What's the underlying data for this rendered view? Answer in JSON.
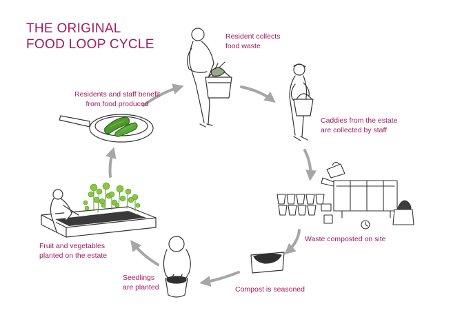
{
  "title": {
    "line1": "THE ORIGINAL",
    "line2": "FOOD LOOP CYCLE"
  },
  "steps": [
    {
      "line1": "Resident collects",
      "line2": "food waste"
    },
    {
      "line1": "Caddies from the estate",
      "line2": "are collected by staff"
    },
    {
      "line1": "Waste composted on site",
      "line2": ""
    },
    {
      "line1": "Compost is seasoned",
      "line2": ""
    },
    {
      "line1": "Seedlings",
      "line2": "are planted"
    },
    {
      "line1": "Fruit and vegetables",
      "line2": "planted on the estate"
    },
    {
      "line1": "Residents and staff benefit",
      "line2": "from food produced"
    }
  ],
  "colors": {
    "text": "#a0195f",
    "arrow": "#a6a6a6",
    "line": "#333333",
    "leaf": "#4e9a2e",
    "light_leaf": "#8cc63f"
  }
}
